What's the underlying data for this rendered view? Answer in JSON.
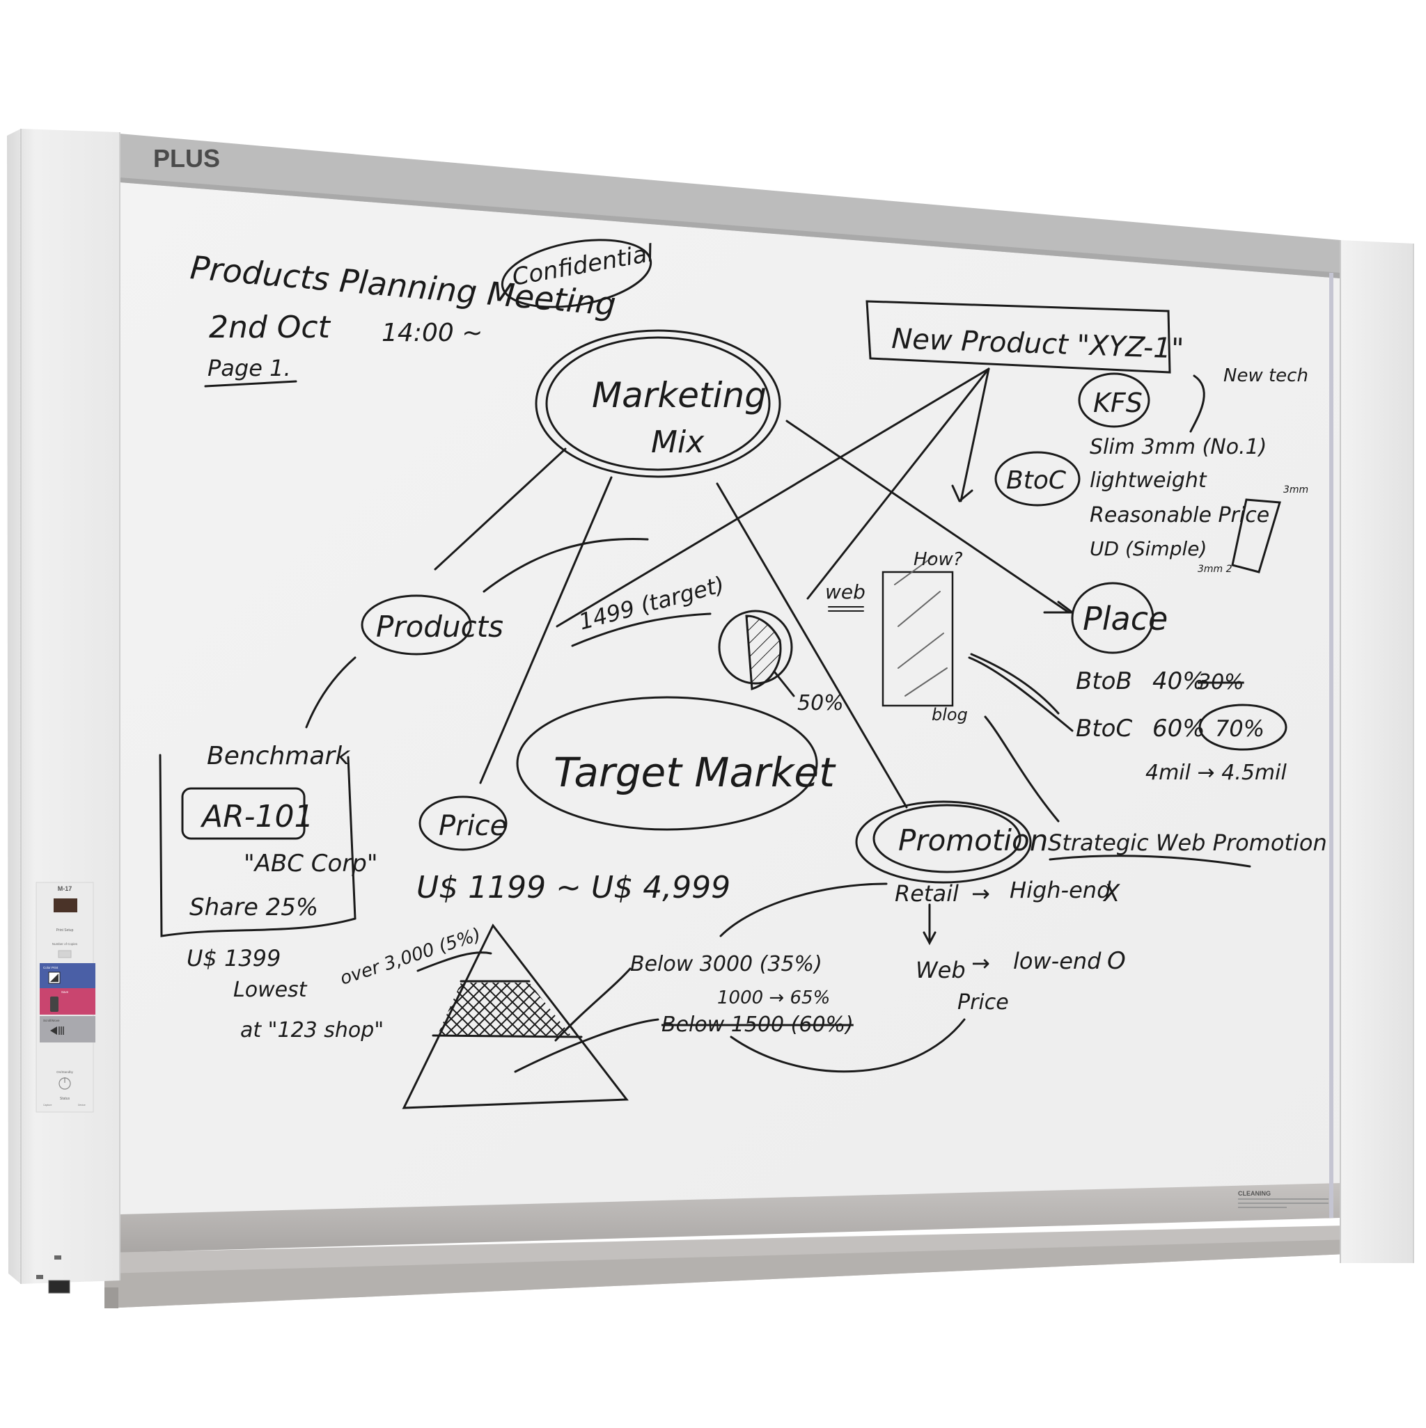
{
  "device": {
    "brand": "PLUS",
    "model": "M-17",
    "cleaning_label": "CLEANING",
    "colors": {
      "frame": "#e6e6e6",
      "top_bar": "#b9b9b9",
      "board_surface": "#f2f2f2",
      "ink": "#1a1a1a",
      "panel_blue": "#4a5fa6",
      "panel_pink": "#c9456f",
      "panel_gray": "#a9a9ae",
      "display": "#4a3328"
    }
  },
  "control_panel": {
    "model_label": "M-17",
    "print_setup": "Print Setup",
    "number_of_copies": "Number of Copies",
    "color_print": "Color Print",
    "save": "Save",
    "scroll_move": "Scroll/Move",
    "on_standby": "On/Standby",
    "status": "Status",
    "status_left": "Capture",
    "status_right": "Device"
  },
  "whiteboard": {
    "title": "Products Planning Meeting",
    "confidential": "Confidential",
    "date": "2nd Oct",
    "time": "14:00 ~",
    "page": "Page 1.",
    "center_node": {
      "line1": "Marketing",
      "line2": "Mix"
    },
    "new_product": "New Product \"XYZ-1\"",
    "kfs": {
      "label": "KFS",
      "new_tech": "New tech",
      "items": [
        "Slim 3mm (No.1)",
        "lightweight",
        "Reasonable Price",
        "UD (Simple)"
      ],
      "dim_top": "3mm",
      "dim_bottom": "3mm 2"
    },
    "btoc_circle": "BtoC",
    "products_node": "Products",
    "benchmark": {
      "title": "Benchmark",
      "model": "AR-101",
      "company": "\"ABC Corp\"",
      "share": "Share 25%",
      "price": "U$ 1399",
      "note1": "Lowest",
      "note2": "at \"123 shop\""
    },
    "target_price": "1499 (target)",
    "pie_label": "50%",
    "target_market": "Target Market",
    "price_node": "Price",
    "price_range": "U$ 1199 ~ U$ 4,999",
    "pyramid": {
      "top": "over 3,000 (5%)",
      "middle": "Below 3000 (35%)",
      "bottom_struck": "Below 1500 (60%)",
      "bottom_new": "1000 → 65%"
    },
    "web_label": "web",
    "how_label": "How?",
    "blog_label": "blog",
    "place_node": "Place",
    "place_lines": [
      {
        "segment": "BtoB",
        "from": "40%",
        "to": "30%",
        "struck": true
      },
      {
        "segment": "BtoC",
        "from": "60%",
        "to": "70%",
        "struck": false
      }
    ],
    "volume": "4mil → 4.5mil",
    "promotion_node": "Promotion",
    "strategic": "Strategic Web Promotion",
    "promo_lines": [
      {
        "from": "Retail",
        "arrow": "→",
        "to": "High-end",
        "mark": "X"
      },
      {
        "from": "Web",
        "arrow": "→",
        "to": "low-end",
        "mark": "O"
      }
    ],
    "price_small": "Price"
  }
}
